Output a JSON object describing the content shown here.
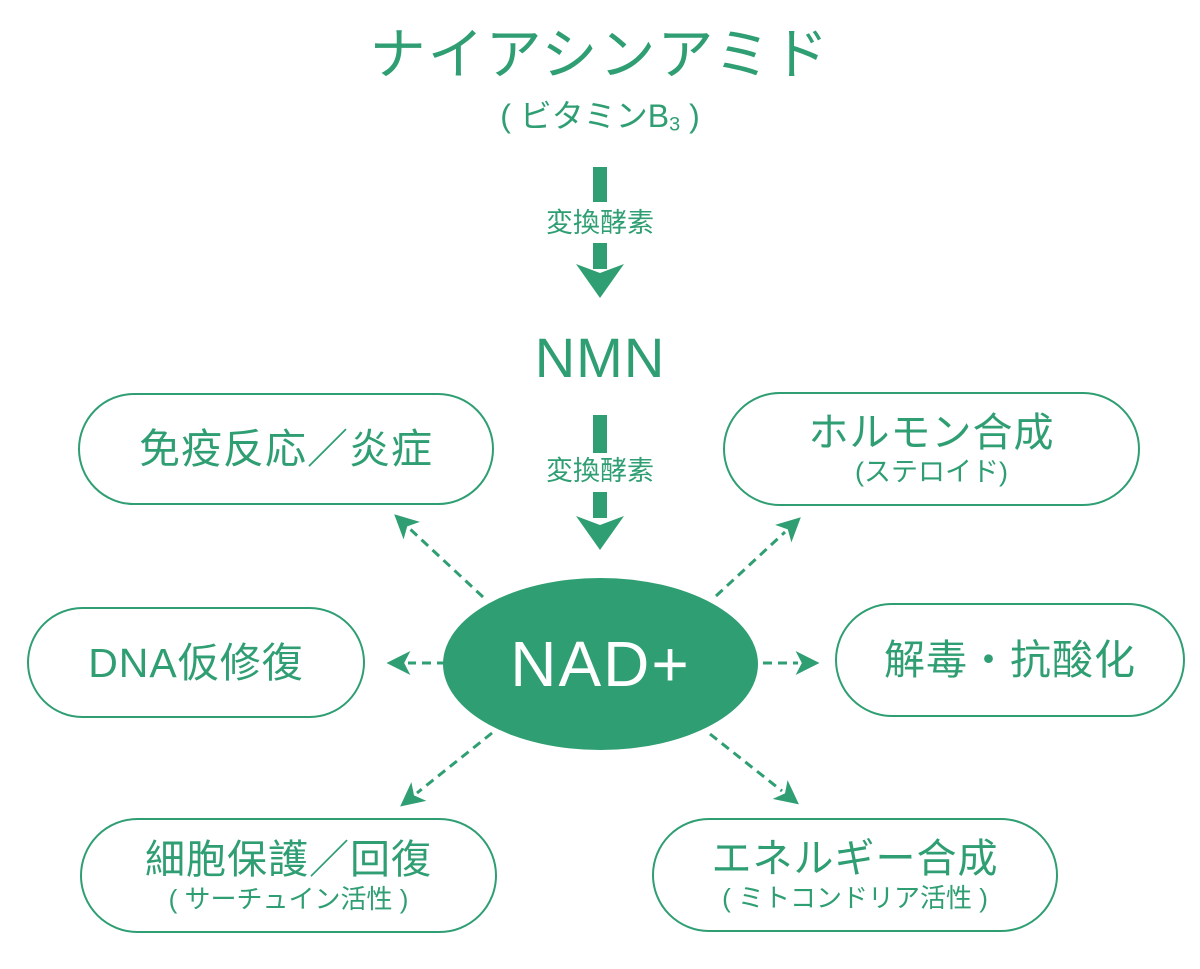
{
  "colors": {
    "accent": "#2F9E73",
    "nad_fill": "#2F9E73",
    "nad_text": "#FFFFFF",
    "background": "#FFFFFF"
  },
  "title": {
    "main": "ナイアシンアミド",
    "sub_prefix": "( ビタミンB",
    "sub_script": "3",
    "sub_suffix": " )"
  },
  "pathway": {
    "enzyme_top": "変換酵素",
    "nmn": "NMN",
    "enzyme_bottom": "変換酵素",
    "nad": "NAD+"
  },
  "effects": [
    {
      "label": "免疫反応／炎症",
      "sublabel": ""
    },
    {
      "label": "ホルモン合成",
      "sublabel": "(ステロイド)"
    },
    {
      "label": "DNA仮修復",
      "sublabel": ""
    },
    {
      "label": "解毒・抗酸化",
      "sublabel": ""
    },
    {
      "label": "細胞保護／回復",
      "sublabel": "( サーチュイン活性 )"
    },
    {
      "label": "エネルギー合成",
      "sublabel": "( ミトコンドリア活性 )"
    }
  ],
  "icons": {
    "flow_arrow": "thick-down-arrow",
    "effect_arrow": "dashed-arrow"
  }
}
